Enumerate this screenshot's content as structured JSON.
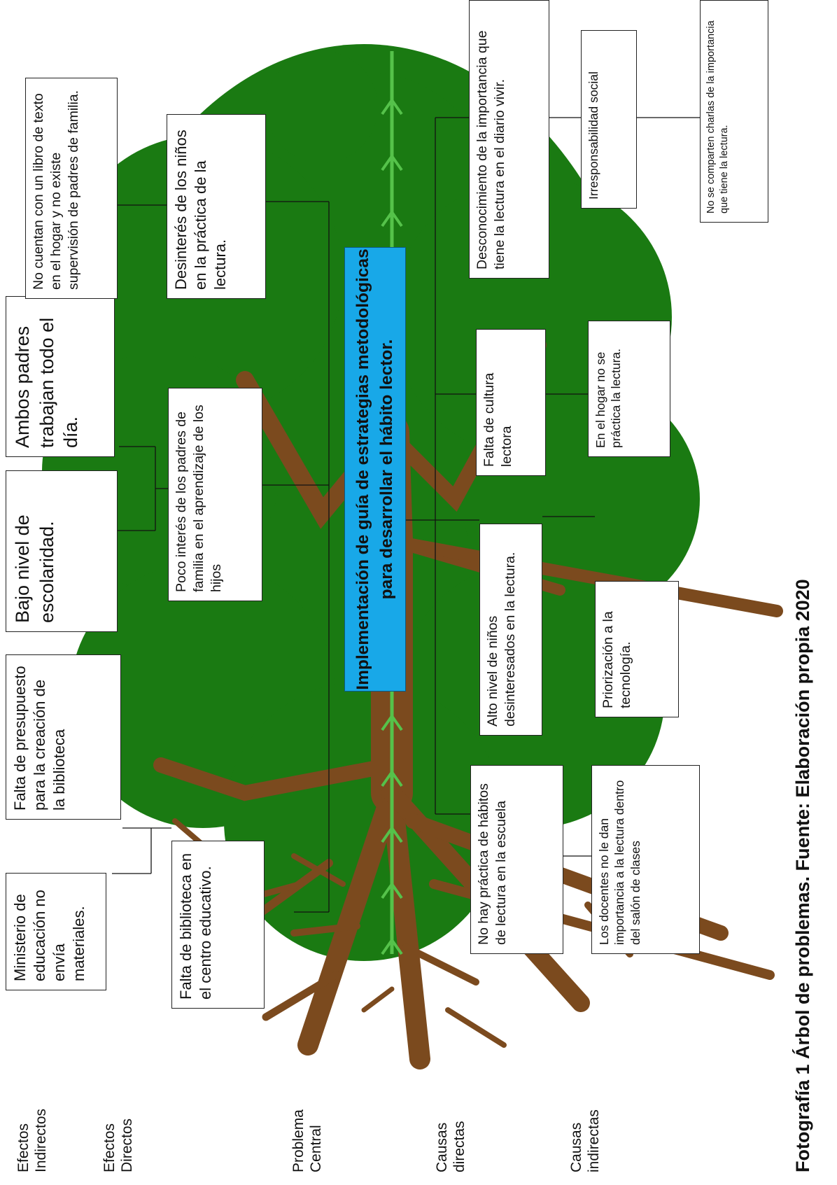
{
  "row_labels": {
    "indirect_effects": "Efectos Indirectos",
    "direct_effects": "Efectos Directos",
    "central_problem": "Problema Central",
    "direct_causes": "Causas directas",
    "indirect_causes": "Causas indirectas"
  },
  "central_problem": "Implementación de guía de estrategias metodológicas para desarrollar el hábito lector.",
  "indirect_effects": {
    "ministerio": "Ministerio de educación no envía materiales.",
    "presupuesto": "Falta de presupuesto para la creación de la biblioteca",
    "escolaridad": "Bajo nivel de escolaridad.",
    "padres_trabajan": "Ambos padres trabajan todo el día.",
    "libro_texto": "No cuentan con un libro de texto en el hogar y no existe supervisión de padres de familia."
  },
  "direct_effects": {
    "biblioteca": "Falta de biblioteca en el centro educativo.",
    "interes_padres": "Poco interés de los padres de familia en el aprendizaje de los hijos",
    "desinteres_ninos": "Desinterés de los niños en la práctica de la lectura."
  },
  "direct_causes": {
    "habitos": "No hay práctica de hábitos de lectura en la escuela",
    "alto_nivel": "Alto nivel de niños desinteresados en la lectura.",
    "cultura": "Falta de cultura lectora",
    "desconocimiento": "Desconocimiento de la importancia que tiene la lectura en el diario vivir."
  },
  "indirect_causes": {
    "docentes": "Los docentes no le dan importancia a la lectura dentro del salón de clases",
    "tecnologia": "Priorización a la tecnología.",
    "hogar": "En el hogar no se práctica la lectura.",
    "irresponsabilidad": "Irresponsabilidad social",
    "charlas": "No se comparten charlas de la importancia que tiene la lectura."
  },
  "caption": "Fotografía 1 Árbol de problemas. Fuente: Elaboración propia 2020",
  "colors": {
    "foliage": "#1a7a12",
    "trunk": "#7b4a1e",
    "grass": "#55c24a",
    "center_box": "#18a8e8"
  }
}
